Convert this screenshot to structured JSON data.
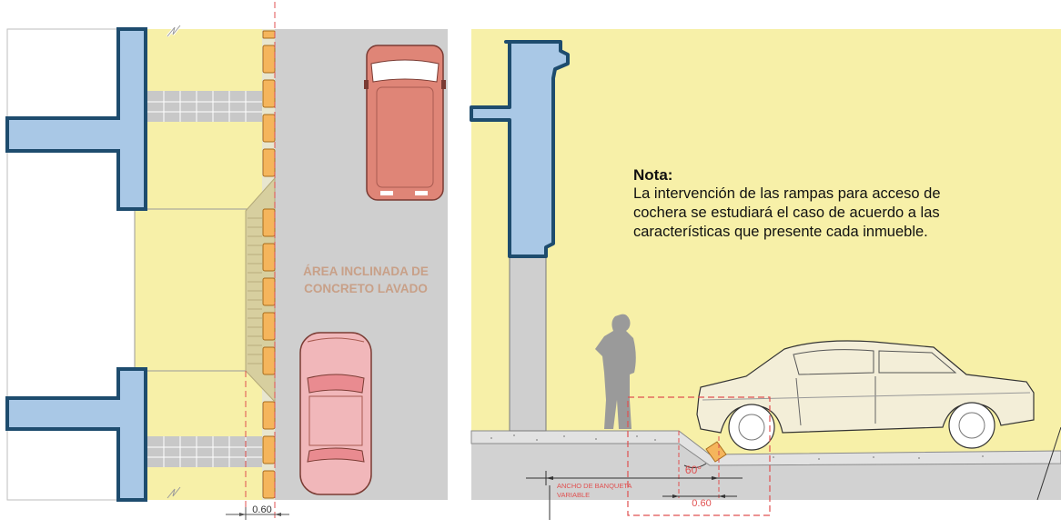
{
  "plan": {
    "area_label_line1": "ÁREA INCLINADA DE",
    "area_label_line2": "CONCRETO LAVADO",
    "dimension_label": "0.60",
    "colors": {
      "sidewalk": "#f7f0a8",
      "street": "#cfcfcf",
      "wall": "#a9c8e6",
      "wall_border": "#1e4c6e",
      "curb_block": "#f5b55c",
      "car_red": "#df8577",
      "car_pink": "#f1b7ba",
      "label": "#c8a088",
      "dim_red": "#e05050"
    }
  },
  "section": {
    "note_title": "Nota:",
    "note_lines": [
      "La intervención  de las  rampas para acceso de",
      "cochera  se  estudiará  el caso de acuerdo a las",
      "características que presente cada inmueble."
    ],
    "angle_label": "60°",
    "sidewalk_width_label_line1": "ANCHO DE BANQUETA",
    "sidewalk_width_label_line2": "VARIABLE",
    "dimension_label": "0.60"
  }
}
